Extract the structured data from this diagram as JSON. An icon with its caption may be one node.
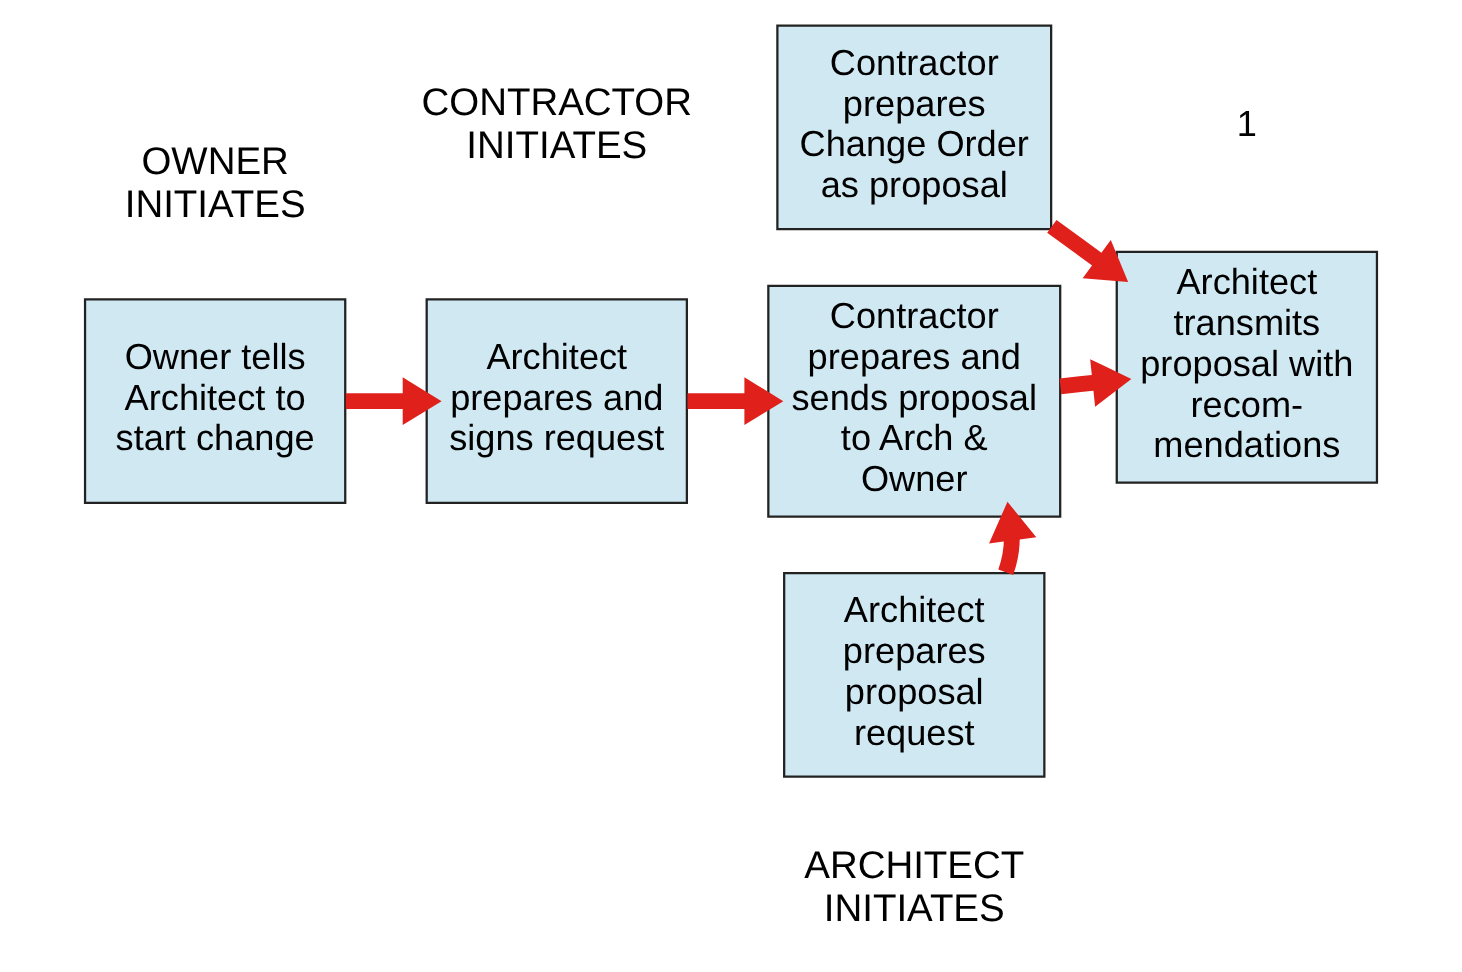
{
  "diagram": {
    "nodes": [
      {
        "text": [
          "Contractor prepares Change Order as proposal"
        ],
        "beside": [
          "CONTRACTOR INITIATES"
        ]
      },
      {
        "text": [
          "Owner tells Architect to start change"
        ],
        "beside": [
          "OWNER INITIATES"
        ]
      },
      {
        "text": [
          "Architect prepares and signs request"
        ]
      },
      {
        "text": [
          "Contractor prepares and sends proposal to Arch & Owner"
        ]
      },
      {
        "text": [
          "Architect transmits proposal with recom-mendations"
        ]
      },
      {
        "text": [
          "Architect prepares proposal request"
        ],
        "beside": [
          "ARCHITECT INITIATES"
        ]
      }
    ],
    "edges": [
      {
        "from": 1,
        "to": 2,
        "arrow": "to"
      },
      {
        "from": 2,
        "to": 3,
        "arrow": "to"
      },
      {
        "from": 3,
        "to": 4,
        "arrow": "to"
      },
      {
        "from": 0,
        "to": 4,
        "arrow": "to"
      },
      {
        "from": 5,
        "to": 3,
        "arrow": "to"
      }
    ],
    "labels": [
      "1"
    ]
  }
}
